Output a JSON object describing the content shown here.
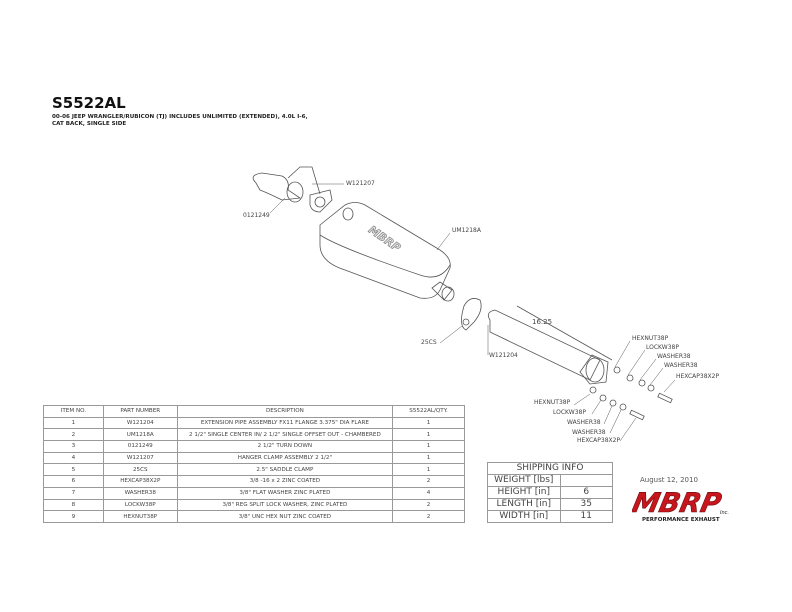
{
  "header": {
    "title": "S5522AL",
    "subtitle_line1": "00-06 JEEP WRANGLER/RUBICON (TJ) INCLUDES UNLIMITED (EXTENDED), 4.0L I-6,",
    "subtitle_line2": "CAT BACK, SINGLE SIDE"
  },
  "diagram": {
    "labels": {
      "w121207": "W121207",
      "p0121249": "0121249",
      "um1218a": "UM1218A",
      "c25cs": "25CS",
      "w121204": "W121204",
      "dim": "16.25",
      "hexnut_a": "HEXNUT38P",
      "lockw_a": "LOCKW38P",
      "washer_a1": "WASHER38",
      "washer_a2": "WASHER38",
      "hexcap_a": "HEXCAP38X2P",
      "hexnut_b": "HEXNUT38P",
      "lockw_b": "LOCKW38P",
      "washer_b1": "WASHER38",
      "washer_b2": "WASHER38",
      "hexcap_b": "HEXCAP38X2P"
    }
  },
  "bom": {
    "headers": [
      "ITEM NO.",
      "PART NUMBER",
      "DESCRIPTION",
      "S5522AL/QTY."
    ],
    "rows": [
      [
        "1",
        "W121204",
        "EXTENSION PIPE ASSEMBLY FX11 FLANGE 3.375\" DIA FLARE",
        "1"
      ],
      [
        "2",
        "UM1218A",
        "2 1/2\" SINGLE CENTER IN/ 2 1/2\" SINGLE OFFSET OUT - CHAMBERED",
        "1"
      ],
      [
        "3",
        "0121249",
        "2 1/2\" TURN DOWN",
        "1"
      ],
      [
        "4",
        "W121207",
        "HANGER CLAMP ASSEMBLY 2 1/2\"",
        "1"
      ],
      [
        "5",
        "25CS",
        "2.5\" SADDLE CLAMP",
        "1"
      ],
      [
        "6",
        "HEXCAP38X2P",
        "3/8 -16 x 2 ZINC COATED",
        "2"
      ],
      [
        "7",
        "WASHER38",
        "3/8\" FLAT WASHER ZINC PLATED",
        "4"
      ],
      [
        "8",
        "LOCKW38P",
        "3/8\" REG SPLIT LOCK WASHER, ZINC PLATED",
        "2"
      ],
      [
        "9",
        "HEXNUT38P",
        "3/8\" UNC HEX NUT ZINC COATED",
        "2"
      ]
    ]
  },
  "shipping": {
    "title": "SHIPPING INFO",
    "rows": [
      [
        "WEIGHT [lbs]",
        ""
      ],
      [
        "HEIGHT [in]",
        "6"
      ],
      [
        "LENGTH [in]",
        "35"
      ],
      [
        "WIDTH [in]",
        "11"
      ]
    ]
  },
  "date": "August 12, 2010",
  "logo": {
    "brand": "MBRP",
    "inc": "Inc.",
    "tagline": "PERFORMANCE EXHAUST",
    "color": "#c8161d"
  }
}
